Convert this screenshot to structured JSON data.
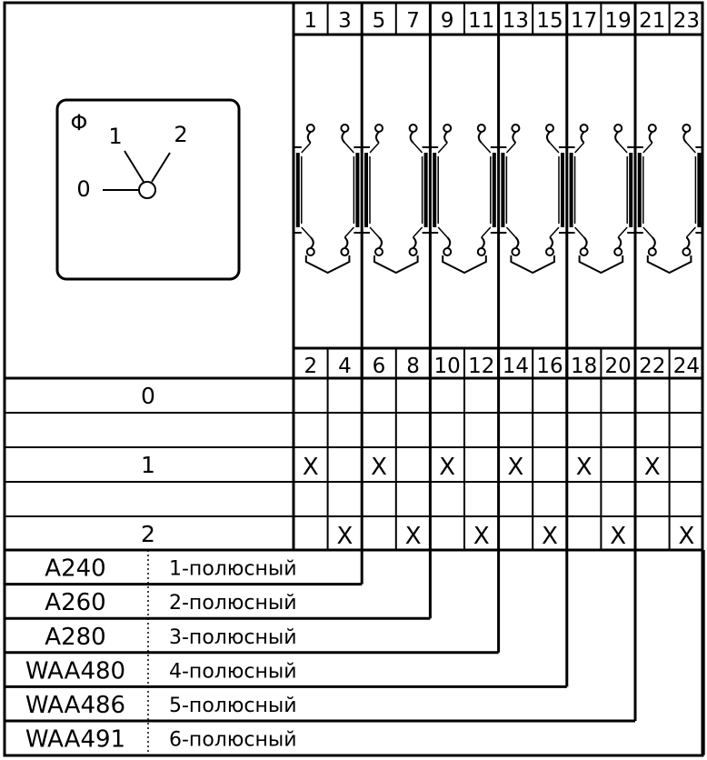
{
  "dial": {
    "symbol": "Φ",
    "positions": [
      "0",
      "1",
      "2"
    ]
  },
  "terminals_top": [
    "1",
    "3",
    "5",
    "7",
    "9",
    "11",
    "13",
    "15",
    "17",
    "19",
    "21",
    "23"
  ],
  "terminals_bottom": [
    "2",
    "4",
    "6",
    "8",
    "10",
    "12",
    "14",
    "16",
    "18",
    "20",
    "22",
    "24"
  ],
  "switch_rows": [
    {
      "label": "0",
      "marks": [
        "",
        "",
        "",
        "",
        "",
        "",
        "",
        "",
        "",
        "",
        "",
        ""
      ]
    },
    {
      "label": "1",
      "marks": [
        "X",
        "",
        "X",
        "",
        "X",
        "",
        "X",
        "",
        "X",
        "",
        "X",
        ""
      ]
    },
    {
      "label": "2",
      "marks": [
        "",
        "X",
        "",
        "X",
        "",
        "X",
        "",
        "X",
        "",
        "X",
        "",
        "X"
      ]
    }
  ],
  "models": [
    {
      "code": "A240",
      "desc": "1-полюсный"
    },
    {
      "code": "A260",
      "desc": "2-полюсный"
    },
    {
      "code": "A280",
      "desc": "3-полюсный"
    },
    {
      "code": "WAA480",
      "desc": "4-полюсный"
    },
    {
      "code": "WAA486",
      "desc": "5-полюсный"
    },
    {
      "code": "WAA491",
      "desc": "6-полюсный"
    }
  ]
}
